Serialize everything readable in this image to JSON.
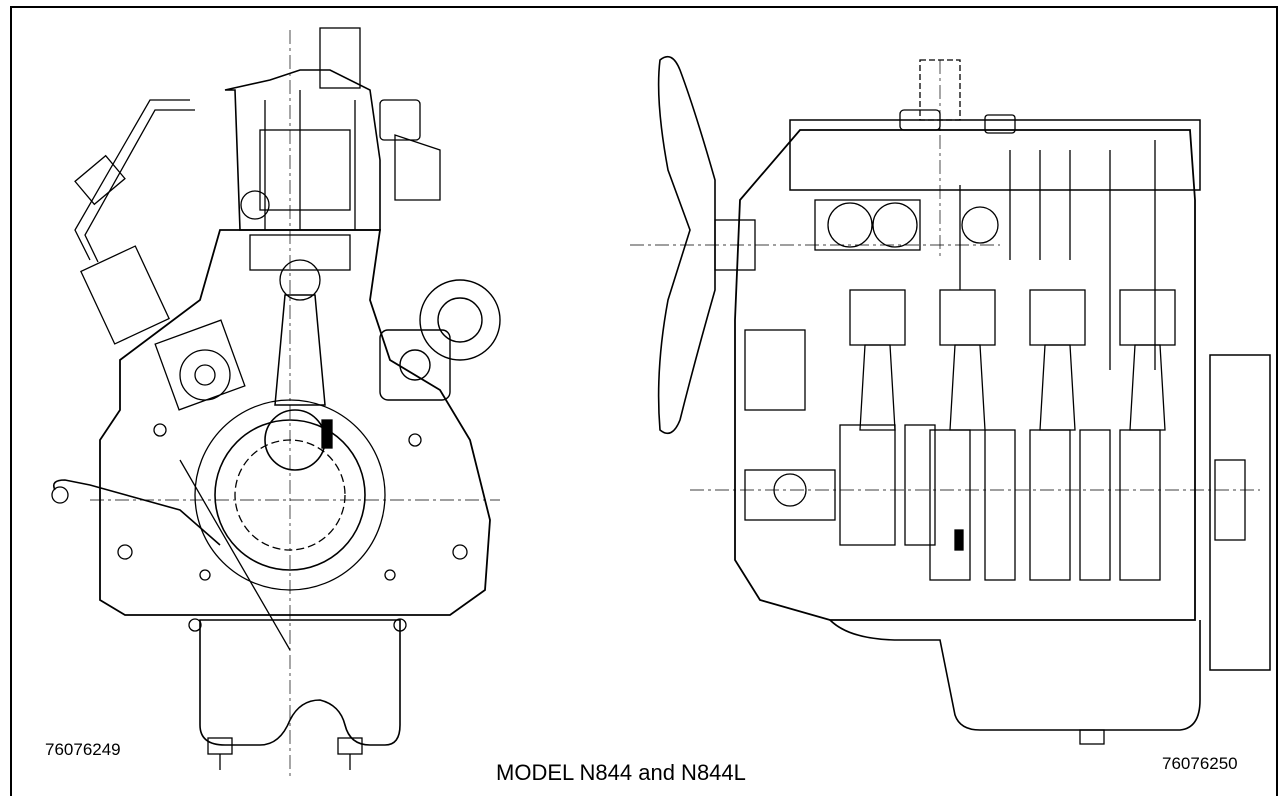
{
  "figure": {
    "left_view_ref": "76076249",
    "right_view_ref": "76076250",
    "caption": "MODEL N844 and N844L"
  }
}
